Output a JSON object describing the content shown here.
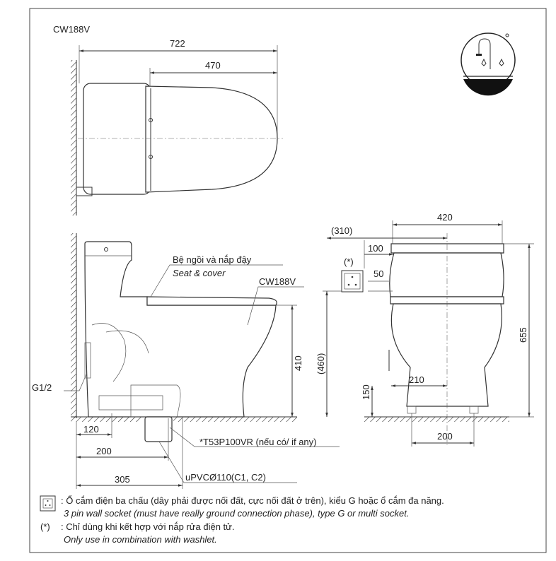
{
  "model": "CW188V",
  "top_view": {
    "dim_total": "722",
    "dim_seat": "470"
  },
  "side_view": {
    "seat_label_vi": "Bệ ngồi và nắp đậy",
    "seat_label_en": "Seat & cover",
    "model_label": "CW188V",
    "dim_height": "410",
    "supply_label": "G1/2",
    "dim_120": "120",
    "dim_200": "200",
    "dim_305": "305",
    "flange_label": "*T53P100VR (nếu có/ if any)",
    "pipe_label": "uPVCØ110(C1, C2)"
  },
  "front_view": {
    "dim_width": "420",
    "dim_310": "(310)",
    "dim_100": "100",
    "dim_50": "50",
    "asterisk": "(*)",
    "dim_460": "(460)",
    "dim_655": "655",
    "dim_210": "210",
    "dim_150": "150",
    "dim_200": "200"
  },
  "legend": {
    "socket_vi": ": Ổ cắm điện ba chấu (dây phải được nối đất, cực nối đất ở trên), kiểu G hoặc ổ cắm đa năng.",
    "socket_en": "3 pin wall socket (must have really ground connection phase), type G or multi socket.",
    "note_mark": "(*)",
    "note_vi": ": Chỉ dùng khi kết hợp với nắp rửa điện tử.",
    "note_en": "Only use in combination with washlet."
  }
}
